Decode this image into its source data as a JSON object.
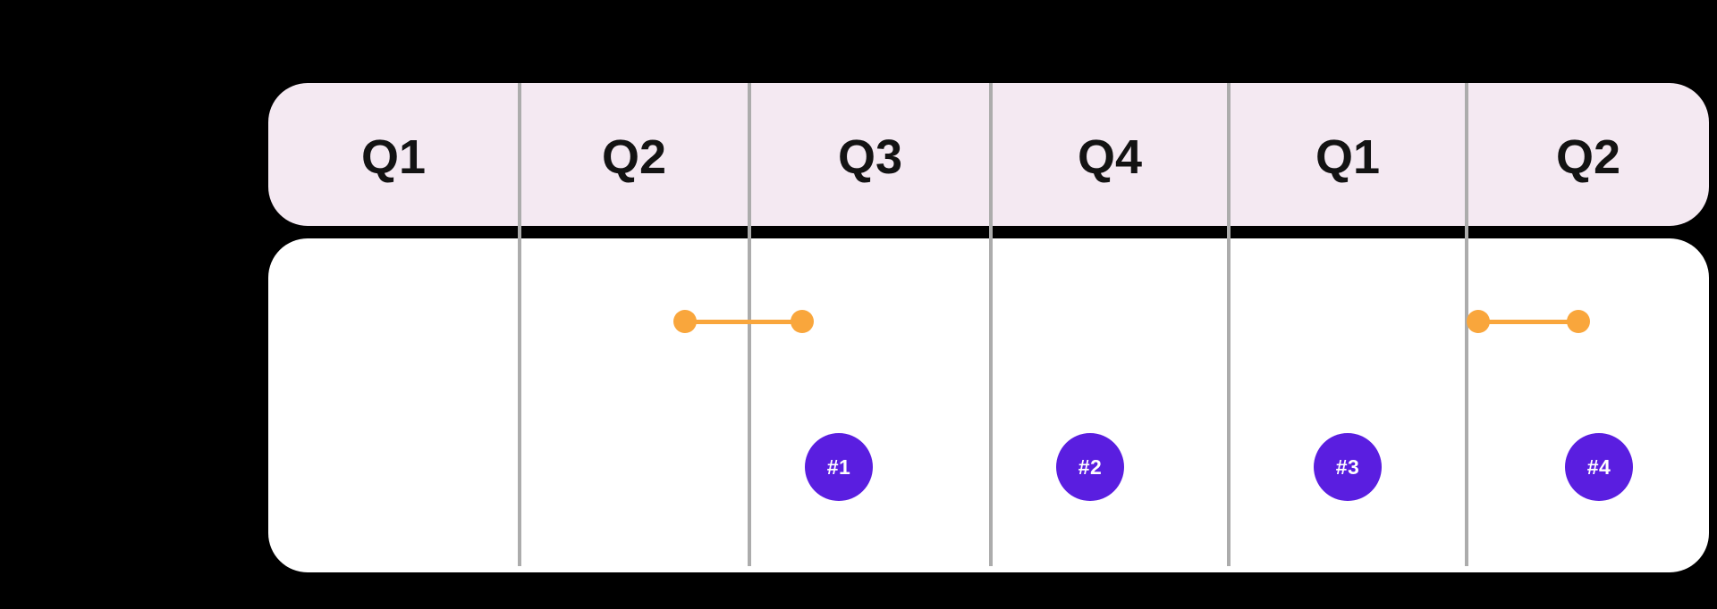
{
  "slide": {
    "quarters": [
      {
        "label": "Q1"
      },
      {
        "label": "Q2"
      },
      {
        "label": "Q3"
      },
      {
        "label": "Q4"
      },
      {
        "label": "Q1"
      },
      {
        "label": "Q2"
      }
    ],
    "milestones": [
      {
        "label": "#1"
      },
      {
        "label": "#2"
      },
      {
        "label": "#3"
      },
      {
        "label": "#4"
      }
    ]
  },
  "chart_data": {
    "type": "timeline",
    "columns": [
      "Q1",
      "Q2",
      "Q3",
      "Q4",
      "Q1",
      "Q2"
    ],
    "ranges": [
      {
        "start_column": "Q2",
        "start_fraction": 0.7,
        "end_column": "Q3",
        "end_fraction": 0.2,
        "row": "top",
        "color_key": "orange"
      },
      {
        "start_column": "Q2 (second year)",
        "start_fraction": 0.05,
        "end_column": "Q2 (second year)",
        "end_fraction": 0.45,
        "row": "top",
        "color_key": "orange"
      }
    ],
    "milestones": [
      {
        "label": "#1",
        "column": "Q3",
        "row": "bottom"
      },
      {
        "label": "#2",
        "column": "Q4",
        "row": "bottom"
      },
      {
        "label": "#3",
        "column": "Q1 (second year)",
        "row": "bottom"
      },
      {
        "label": "#4",
        "column": "Q2 (second year)",
        "row": "bottom"
      }
    ],
    "legend_position": "none",
    "grid": "vertical-dividers"
  },
  "colors": {
    "bg": "#000000",
    "header-bg": "#F4E9F2",
    "panel-bg": "#FFFFFF",
    "divider": "#ACACAC",
    "orange": "#F9A63C",
    "purple": "#5A1EE0",
    "text": "#131313",
    "milestone-text": "#FFFFFF"
  }
}
